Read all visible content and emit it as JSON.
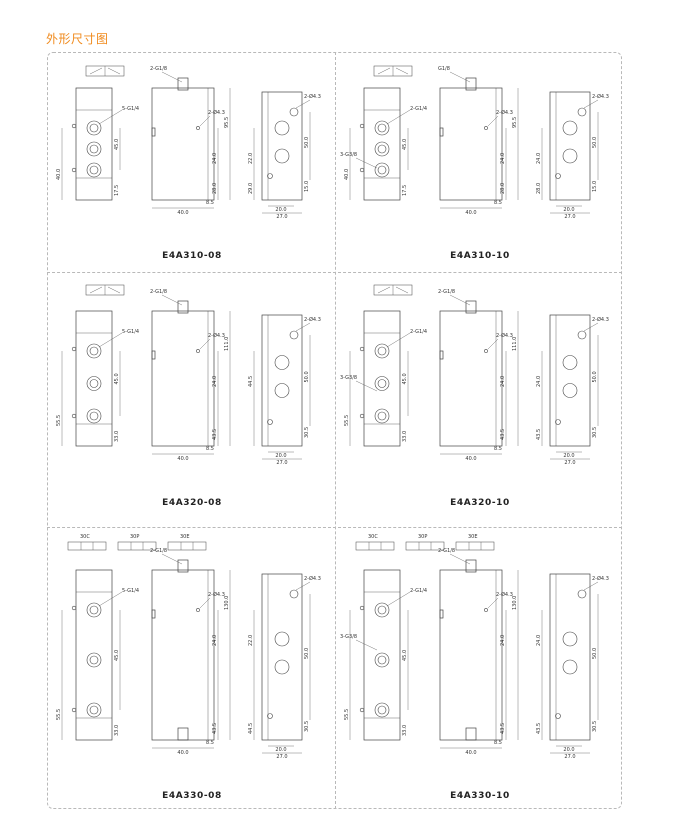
{
  "page": {
    "title": "外形尺寸图"
  },
  "colors": {
    "title": "#f08a1c",
    "line": "#444444",
    "dim": "#555555",
    "border": "#b9b9b9"
  },
  "models": [
    {
      "name": "E4A310-08",
      "port_main": "5-G1/4",
      "port_side": "",
      "pilot": "2-G1/8",
      "mount": "2-Ø4.3",
      "dims": {
        "a": "40.0",
        "b": "45.0",
        "c": "17.5",
        "d": "95.5",
        "e": "24.0",
        "f": "28.0",
        "g": "40.0",
        "h": "8.5",
        "i": "22.0",
        "j": "29.0",
        "k": "50.0",
        "l": "15.0",
        "m": "20.0",
        "n": "27.0"
      },
      "symbols": []
    },
    {
      "name": "E4A310-10",
      "port_main": "2-G1/4",
      "port_side": "3-G3/8",
      "pilot": "G1/8",
      "mount": "2-Ø4.3",
      "dims": {
        "a": "40.0",
        "b": "45.0",
        "c": "17.5",
        "d": "95.5",
        "e": "24.0",
        "f": "28.0",
        "g": "40.0",
        "h": "8.5",
        "i": "24.0",
        "j": "28.0",
        "k": "50.0",
        "l": "15.0",
        "m": "20.0",
        "n": "27.0"
      },
      "symbols": []
    },
    {
      "name": "E4A320-08",
      "port_main": "5-G1/4",
      "port_side": "",
      "pilot": "2-G1/8",
      "mount": "2-Ø4.3",
      "dims": {
        "a": "55.5",
        "b": "45.0",
        "c": "33.0",
        "d": "111.0",
        "e": "24.0",
        "f": "43.5",
        "g": "40.0",
        "h": "8.5",
        "i": "44.5",
        "j": "",
        "k": "50.0",
        "l": "30.5",
        "m": "20.0",
        "n": "27.0"
      },
      "symbols": []
    },
    {
      "name": "E4A320-10",
      "port_main": "2-G1/4",
      "port_side": "3-G3/8",
      "pilot": "2-G1/8",
      "mount": "2-Ø4.3",
      "dims": {
        "a": "55.5",
        "b": "45.0",
        "c": "33.0",
        "d": "111.0",
        "e": "24.0",
        "f": "43.5",
        "g": "40.0",
        "h": "8.5",
        "i": "24.0",
        "j": "43.5",
        "k": "50.0",
        "l": "30.5",
        "m": "20.0",
        "n": "27.0"
      },
      "symbols": []
    },
    {
      "name": "E4A330-08",
      "port_main": "5-G1/4",
      "port_side": "",
      "pilot": "2-G1/8",
      "mount": "2-Ø4.3",
      "dims": {
        "a": "55.5",
        "b": "45.0",
        "c": "33.0",
        "d": "130.0",
        "e": "24.0",
        "f": "43.5",
        "g": "40.0",
        "h": "8.5",
        "i": "22.0",
        "j": "44.5",
        "k": "50.0",
        "l": "30.5",
        "m": "20.0",
        "n": "27.0"
      },
      "symbols": [
        "30C",
        "30P",
        "30E"
      ]
    },
    {
      "name": "E4A330-10",
      "port_main": "2-G1/4",
      "port_side": "3-G3/8",
      "pilot": "2-G1/8",
      "mount": "2-Ø4.3",
      "dims": {
        "a": "55.5",
        "b": "45.0",
        "c": "33.0",
        "d": "130.0",
        "e": "24.0",
        "f": "43.5",
        "g": "40.0",
        "h": "8.5",
        "i": "24.0",
        "j": "43.5",
        "k": "50.0",
        "l": "30.5",
        "m": "20.0",
        "n": "27.0"
      },
      "symbols": [
        "30C",
        "30P",
        "30E"
      ]
    }
  ]
}
